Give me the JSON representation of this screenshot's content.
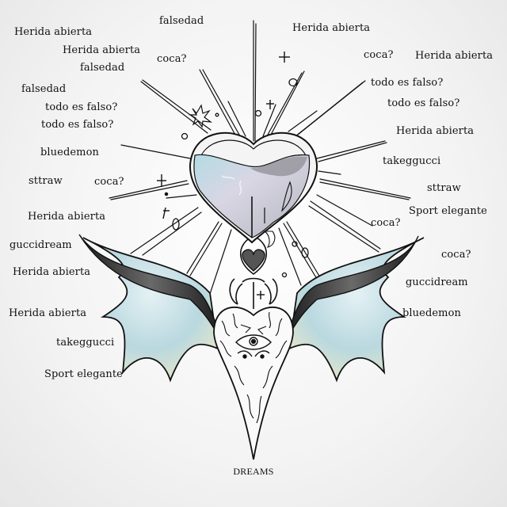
{
  "artwork": {
    "title": "DREAMS",
    "palette": {
      "ink": "#111111",
      "wing_membrane": "#bcd9df",
      "wing_highlight": "#efe9c8",
      "heart_fill": "#c9c9d6",
      "heart_tint": "#a9d2db",
      "horn": "#2b2b2b",
      "background": "#f3f3f3"
    },
    "motifs": {
      "heart": "glass-heart",
      "rays": "sunburst-rays",
      "small_heart": "small-dark-heart",
      "wings": "bat-wings",
      "body": "cracked-heart-body",
      "eye": "all-seeing-eye",
      "decorations": [
        "cross-marks",
        "circles",
        "star-burst"
      ]
    }
  },
  "labels": {
    "l01": "falsedad",
    "l02": "Herida abierta",
    "l03": "Herida abierta",
    "l04": "falsedad",
    "l05": "coca?",
    "l06": "falsedad",
    "l07": "todo es falso?",
    "l08": "todo es falso?",
    "l09": "bluedemon",
    "l10": "sttraw",
    "l11": "coca?",
    "l12": "Herida abierta",
    "l13": "guccidream",
    "l14": "Herida abierta",
    "l15": "Herida abierta",
    "l16": "takeggucci",
    "l17": "Sport elegante",
    "r01": "Herida abierta",
    "r02": "coca?",
    "r03": "Herida abierta",
    "r04": "todo es falso?",
    "r05": "todo es falso?",
    "r06": "Herida abierta",
    "r07": "takeggucci",
    "r08": "sttraw",
    "r09": "Sport elegante",
    "r10": "coca?",
    "r11": "coca?",
    "r12": "guccidream",
    "r13": "bluedemon"
  }
}
